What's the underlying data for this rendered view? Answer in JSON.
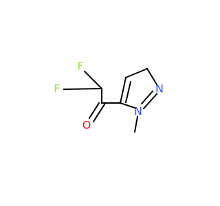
{
  "molecule": {
    "atoms": [
      {
        "id": "F1",
        "label": "F"
      },
      {
        "id": "F2",
        "label": "F"
      },
      {
        "id": "O",
        "label": "O"
      },
      {
        "id": "N1",
        "label": "N"
      },
      {
        "id": "N2",
        "label": "N"
      }
    ]
  },
  "colors": {
    "carbon": "#000000",
    "fluorine": "#90e050",
    "oxygen": "#ff0d0d",
    "nitrogen": "#3050f8"
  }
}
